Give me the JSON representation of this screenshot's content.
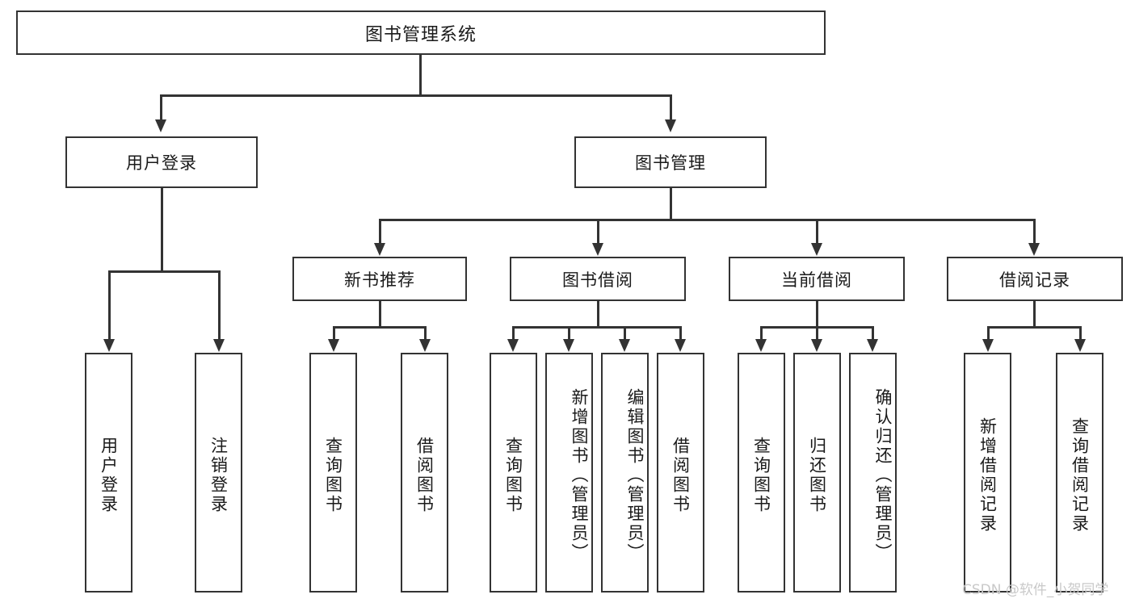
{
  "diagram": {
    "type": "tree-hierarchy",
    "title": "图书管理系统",
    "root": {
      "label": "图书管理系统"
    },
    "level1": [
      {
        "label": "用户登录"
      },
      {
        "label": "图书管理"
      }
    ],
    "level2": [
      {
        "label": "新书推荐"
      },
      {
        "label": "图书借阅"
      },
      {
        "label": "当前借阅"
      },
      {
        "label": "借阅记录"
      }
    ],
    "leaves": {
      "user_login": [
        {
          "label": "用户登录"
        },
        {
          "label": "注销登录"
        }
      ],
      "new_book_recommend": [
        {
          "label": "查询图书"
        },
        {
          "label": "借阅图书"
        }
      ],
      "book_borrow": [
        {
          "label": "查询图书"
        },
        {
          "label": "新增图书（管理员）"
        },
        {
          "label": "编辑图书（管理员）"
        },
        {
          "label": "借阅图书"
        }
      ],
      "current_borrow": [
        {
          "label": "查询图书"
        },
        {
          "label": "归还图书"
        },
        {
          "label": "确认归还（管理员）"
        }
      ],
      "borrow_record": [
        {
          "label": "新增借阅记录"
        },
        {
          "label": "查询借阅记录"
        }
      ]
    }
  },
  "watermark": {
    "text": "CSDN @软件_小贺同学"
  },
  "colors": {
    "stroke": "#333333",
    "background": "#ffffff",
    "text": "#1a1a1a",
    "watermark": "#c9c9c9"
  }
}
